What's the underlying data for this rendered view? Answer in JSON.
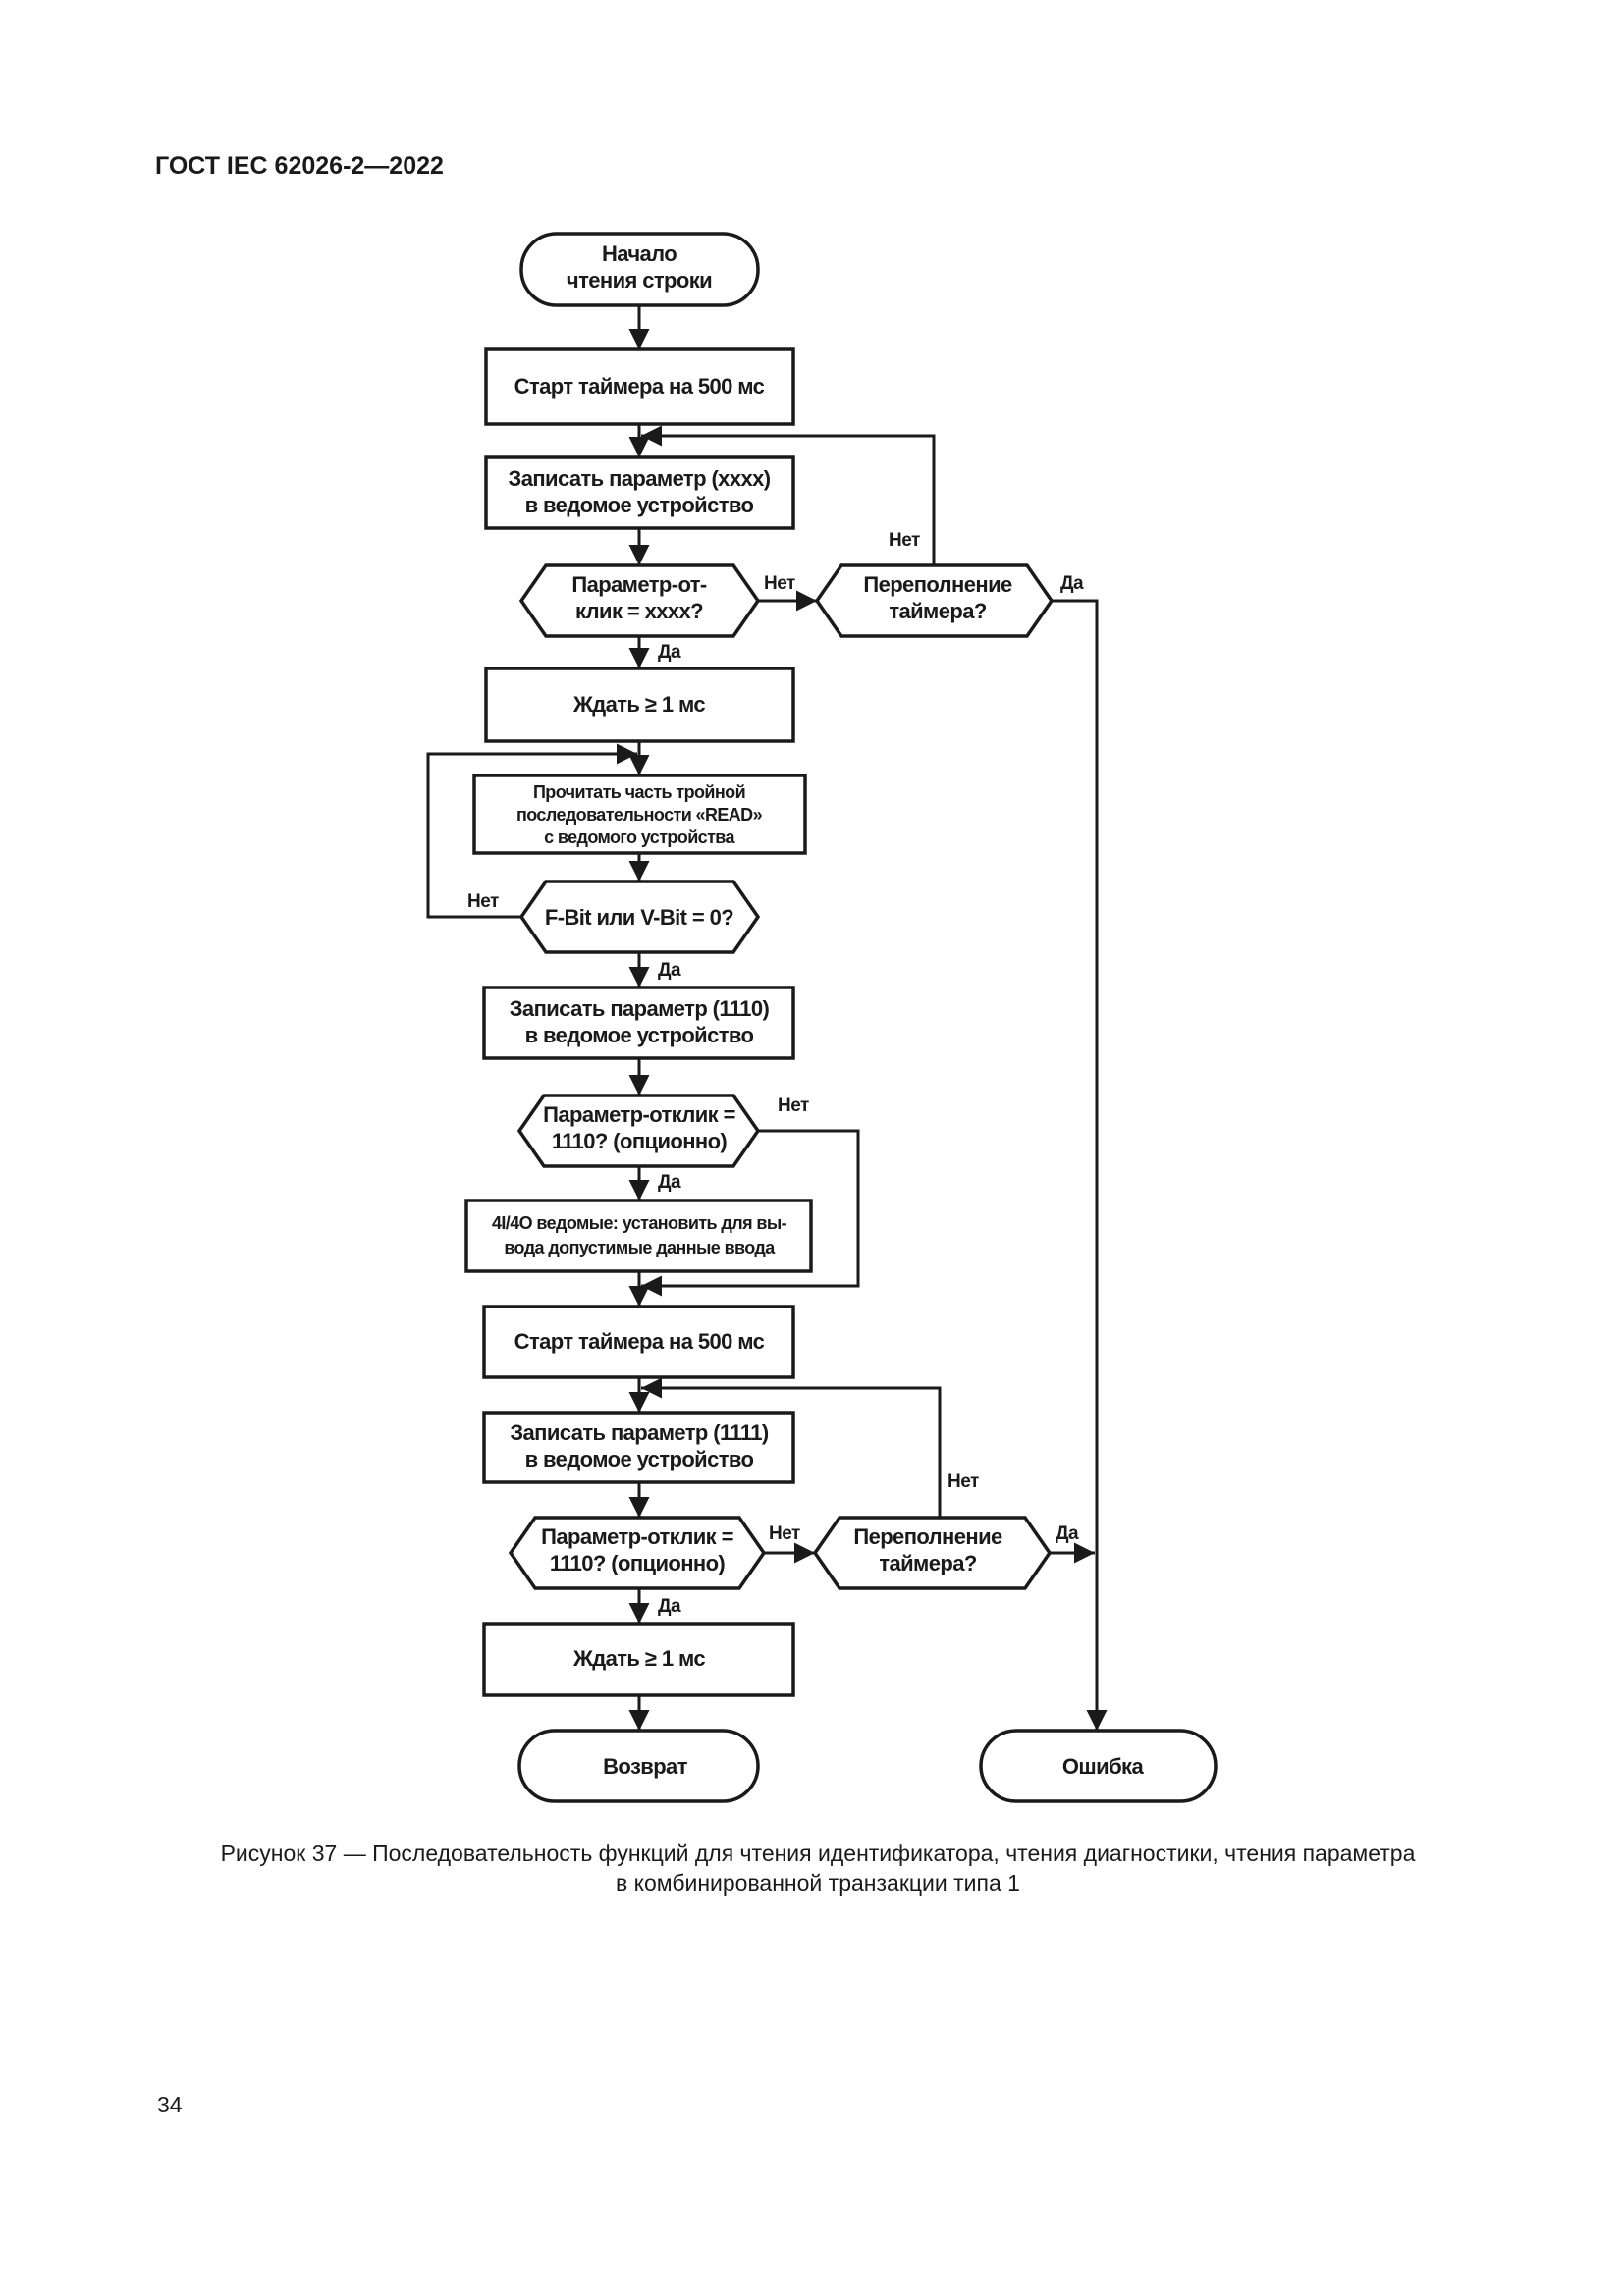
{
  "header": {
    "title": "ГОСТ IEC 62026-2—2022"
  },
  "flowchart": {
    "start": [
      "Начало",
      "чтения строки"
    ],
    "timer1": "Старт таймера на 500 мс",
    "write1": [
      "Записать параметр (xxxx)",
      "в ведомое устройство"
    ],
    "check1": [
      "Параметр-от-",
      "клик = xxxx?"
    ],
    "overflow1": [
      "Переполнение",
      "таймера?"
    ],
    "wait1": "Ждать ≥ 1 мс",
    "read": [
      "Прочитать часть тройной",
      "последовательности «READ»",
      "с ведомого устройства"
    ],
    "fvbit": "F-Bit или V-Bit = 0?",
    "write2": [
      "Записать параметр  (1110)",
      "в ведомое устройство"
    ],
    "check2": [
      "Параметр-отклик =",
      "1110? (опционно)"
    ],
    "slaves": [
      "4I/4O ведомые: установить для вы-",
      "вода допустимые данные ввода"
    ],
    "timer2": "Старт таймера на 500 мс",
    "write3": [
      "Записать параметр  (1111)",
      "в ведомое устройство"
    ],
    "check3": [
      "Параметр-отклик =",
      "1110? (опционно)"
    ],
    "overflow2": [
      "Переполнение",
      "таймера?"
    ],
    "wait2": "Ждать ≥ 1 мс",
    "return": "Возврат",
    "error": "Ошибка",
    "labels": {
      "no": "Нет",
      "yes": "Да"
    }
  },
  "caption": [
    "Рисунок 37 — Последовательность функций для чтения идентификатора, чтения диагностики, чтения параметра",
    "в комбинированной транзакции типа 1"
  ],
  "page_number": "34"
}
